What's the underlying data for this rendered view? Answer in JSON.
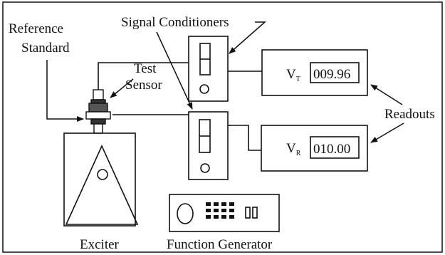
{
  "labels": {
    "reference_standard_line1": "Reference",
    "reference_standard_line2": "Standard",
    "signal_conditioners": "Signal Conditioners",
    "test_sensor_line1": "Test",
    "test_sensor_line2": "Sensor",
    "readouts": "Readouts",
    "exciter": "Exciter",
    "function_generator": "Function Generator"
  },
  "readouts": {
    "test": {
      "symbol": "V",
      "subscript": "T",
      "value": "009.96"
    },
    "reference": {
      "symbol": "V",
      "subscript": "R",
      "value": "010.00"
    }
  }
}
